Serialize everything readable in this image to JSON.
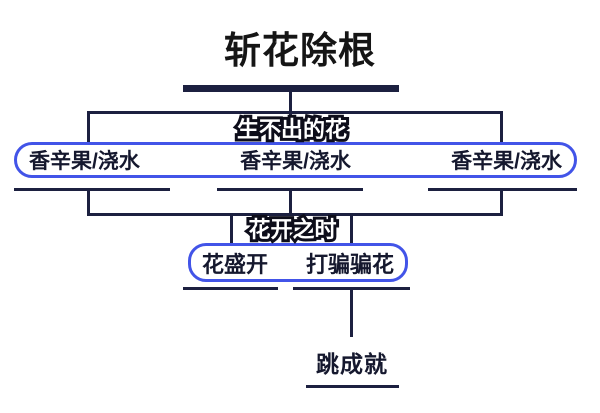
{
  "title": "斩花除根",
  "stage1": {
    "label": "生不出的花",
    "items": [
      "香辛果/浇水",
      "香辛果/浇水",
      "香辛果/浇水"
    ]
  },
  "stage2": {
    "label": "花开之时",
    "items": [
      "花盛开",
      "打骗骗花"
    ]
  },
  "result": "跳成就",
  "colors": {
    "line": "#1c2040",
    "box_border": "#4254e8",
    "text": "#15182e",
    "title": "#151515",
    "label_fill": "#ffffff",
    "label_outline": "#0d0d1a"
  }
}
